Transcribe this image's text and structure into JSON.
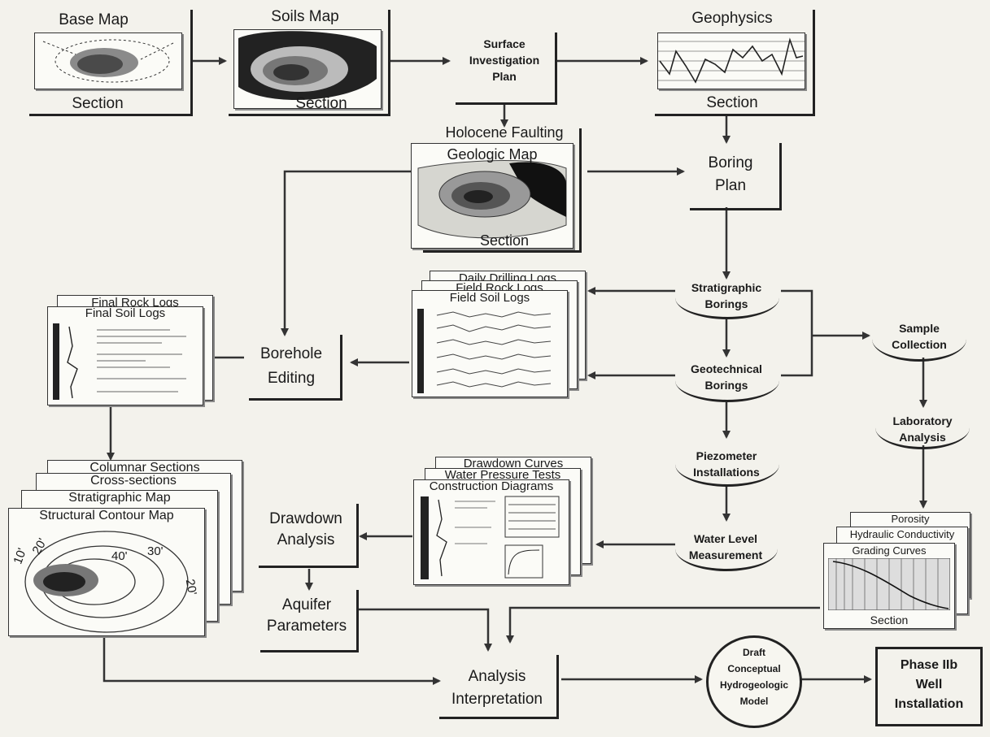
{
  "nodes": {
    "base_map": {
      "title": "Base Map",
      "caption": "Section"
    },
    "soils_map": {
      "title": "Soils Map",
      "caption": "Section"
    },
    "surface_plan": {
      "line1": "Surface",
      "line2": "Investigation",
      "line3": "Plan"
    },
    "geophysics": {
      "title": "Geophysics",
      "caption": "Section"
    },
    "holocene": {
      "title": "Holocene Faulting",
      "subtitle": "Geologic Map",
      "caption": "Section"
    },
    "boring_plan": {
      "line1": "Boring",
      "line2": "Plan"
    },
    "logs_stack": {
      "l1": "Daily Drilling Logs",
      "l2": "Field Rock Logs",
      "l3": "Field Soil Logs"
    },
    "strat_borings": {
      "line1": "Stratigraphic",
      "line2": "Borings"
    },
    "geotech_borings": {
      "line1": "Geotechnical",
      "line2": "Borings"
    },
    "sample_collection": {
      "line1": "Sample",
      "line2": "Collection"
    },
    "final_logs": {
      "l1": "Final Rock Logs",
      "l2": "Final Soil Logs"
    },
    "borehole_editing": {
      "line1": "Borehole",
      "line2": "Editing"
    },
    "lab_analysis": {
      "line1": "Laboratory",
      "line2": "Analysis"
    },
    "piezometer": {
      "line1": "Piezometer",
      "line2": "Installations"
    },
    "maps_stack": {
      "l1": "Columnar Sections",
      "l2": "Cross-sections",
      "l3": "Stratigraphic Map",
      "l4": "Structural Contour Map",
      "contours": [
        "10'",
        "20'",
        "40'",
        "30'",
        "20'"
      ]
    },
    "diagrams_stack": {
      "l1": "Drawdown Curves",
      "l2": "Water Pressure Tests",
      "l3": "Construction Diagrams"
    },
    "drawdown": {
      "line1": "Drawdown",
      "line2": "Analysis"
    },
    "water_level": {
      "line1": "Water Level",
      "line2": "Measurement"
    },
    "porosity_stack": {
      "l1": "Porosity",
      "l2": "Hydraulic Conductivity",
      "l3": "Grading Curves",
      "caption": "Section"
    },
    "aquifer": {
      "line1": "Aquifer",
      "line2": "Parameters"
    },
    "analysis": {
      "line1": "Analysis",
      "line2": "Interpretation"
    },
    "draft_model": {
      "line1": "Draft",
      "line2": "Conceptual",
      "line3": "Hydrogeologic",
      "line4": "Model"
    },
    "phase": {
      "line1": "Phase IIb",
      "line2": "Well",
      "line3": "Installation"
    }
  }
}
